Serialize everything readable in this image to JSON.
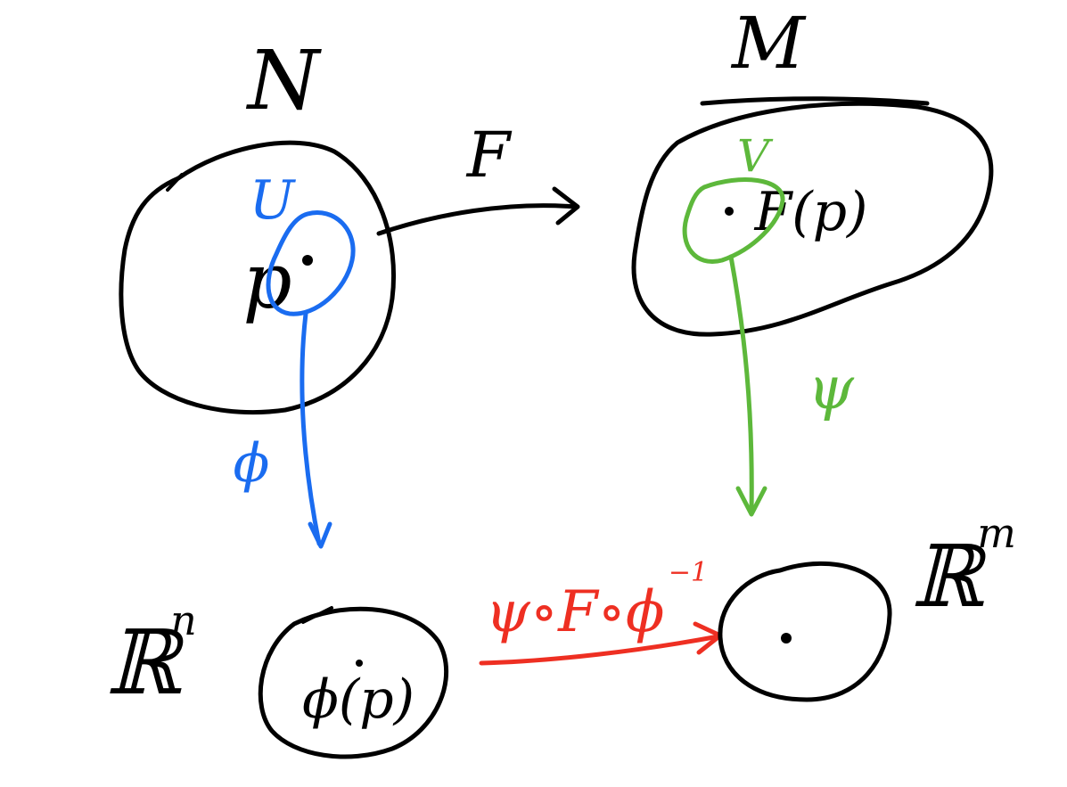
{
  "labels": {
    "source_manifold": "N",
    "target_manifold": "M",
    "map": "F",
    "point": "p",
    "image_point": "F(p)",
    "source_chart_domain": "U",
    "target_chart_domain": "V",
    "source_chart": "ϕ",
    "target_chart": "ψ",
    "source_euclidean": "ℝ",
    "source_euclidean_exp": "n",
    "target_euclidean": "ℝ",
    "target_euclidean_exp": "m",
    "chart_point": "ϕ(p)",
    "composite": "ψ∘F∘ϕ",
    "composite_exp": "−1"
  },
  "colors": {
    "ink": "#000000",
    "phi": "#1a6cf0",
    "psi": "#5db83b",
    "composite": "#ee2f22"
  }
}
